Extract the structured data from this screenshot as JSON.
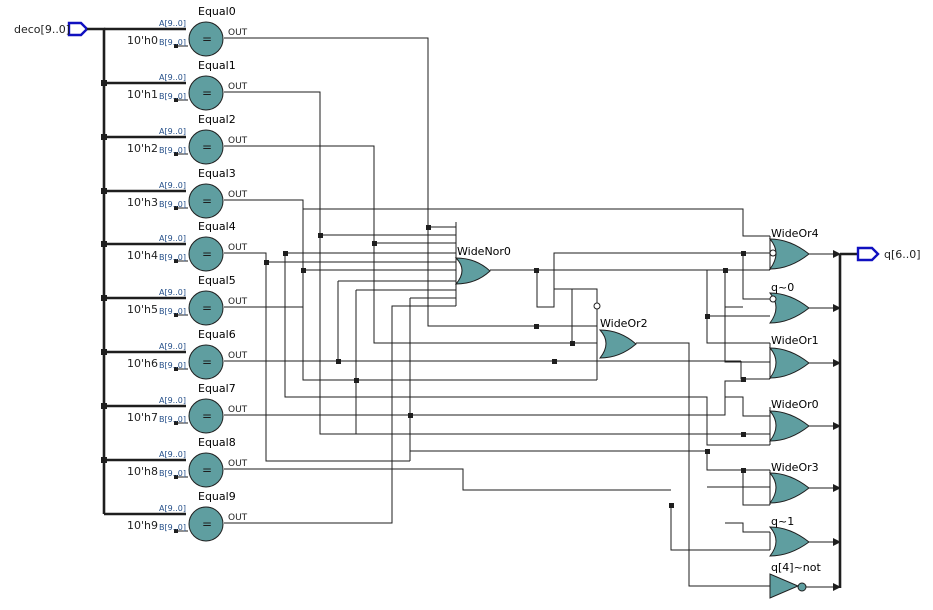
{
  "input_port": {
    "label": "deco[9..0]"
  },
  "output_port": {
    "label": "q[6..0]"
  },
  "comparators": [
    {
      "name": "Equal0",
      "a_label": "A[9..0]",
      "b_label": "B[9..0]",
      "constant": "10'h0",
      "out_label": "OUT",
      "symbol": "="
    },
    {
      "name": "Equal1",
      "a_label": "A[9..0]",
      "b_label": "B[9..0]",
      "constant": "10'h1",
      "out_label": "OUT",
      "symbol": "="
    },
    {
      "name": "Equal2",
      "a_label": "A[9..0]",
      "b_label": "B[9..0]",
      "constant": "10'h2",
      "out_label": "OUT",
      "symbol": "="
    },
    {
      "name": "Equal3",
      "a_label": "A[9..0]",
      "b_label": "B[9..0]",
      "constant": "10'h3",
      "out_label": "OUT",
      "symbol": "="
    },
    {
      "name": "Equal4",
      "a_label": "A[9..0]",
      "b_label": "B[9..0]",
      "constant": "10'h4",
      "out_label": "OUT",
      "symbol": "="
    },
    {
      "name": "Equal5",
      "a_label": "A[9..0]",
      "b_label": "B[9..0]",
      "constant": "10'h5",
      "out_label": "OUT",
      "symbol": "="
    },
    {
      "name": "Equal6",
      "a_label": "A[9..0]",
      "b_label": "B[9..0]",
      "constant": "10'h6",
      "out_label": "OUT",
      "symbol": "="
    },
    {
      "name": "Equal7",
      "a_label": "A[9..0]",
      "b_label": "B[9..0]",
      "constant": "10'h7",
      "out_label": "OUT",
      "symbol": "="
    },
    {
      "name": "Equal8",
      "a_label": "A[9..0]",
      "b_label": "B[9..0]",
      "constant": "10'h8",
      "out_label": "OUT",
      "symbol": "="
    },
    {
      "name": "Equal9",
      "a_label": "A[9..0]",
      "b_label": "B[9..0]",
      "constant": "10'h9",
      "out_label": "OUT",
      "symbol": "="
    }
  ],
  "gates": {
    "widenor0": "WideNor0",
    "wideor2": "WideOr2",
    "wideor4": "WideOr4",
    "q0": "q~0",
    "wideor1": "WideOr1",
    "wideor0": "WideOr0",
    "wideor3": "WideOr3",
    "q1": "q~1",
    "q4not": "q[4]~not"
  },
  "colors": {
    "component": "#5f9ea0",
    "wire": "#1e1e1e",
    "port": "#1010c0",
    "port_label": "#26508a"
  }
}
